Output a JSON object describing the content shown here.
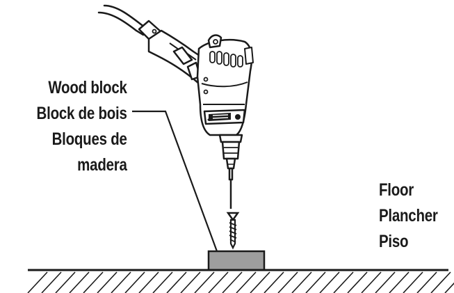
{
  "wood_label": {
    "en": "Wood block",
    "fr": "Block de bois",
    "es1": "Bloques de",
    "es2": "madera"
  },
  "floor_label": {
    "en": "Floor",
    "fr": "Plancher",
    "es": "Piso"
  },
  "colors": {
    "ink": "#1a1a1a",
    "block_fill": "#9e9e9e",
    "background": "#ffffff"
  },
  "icons": [
    "power-drill-icon",
    "screw-icon",
    "wood-block-icon",
    "floor-hatch-icon"
  ]
}
